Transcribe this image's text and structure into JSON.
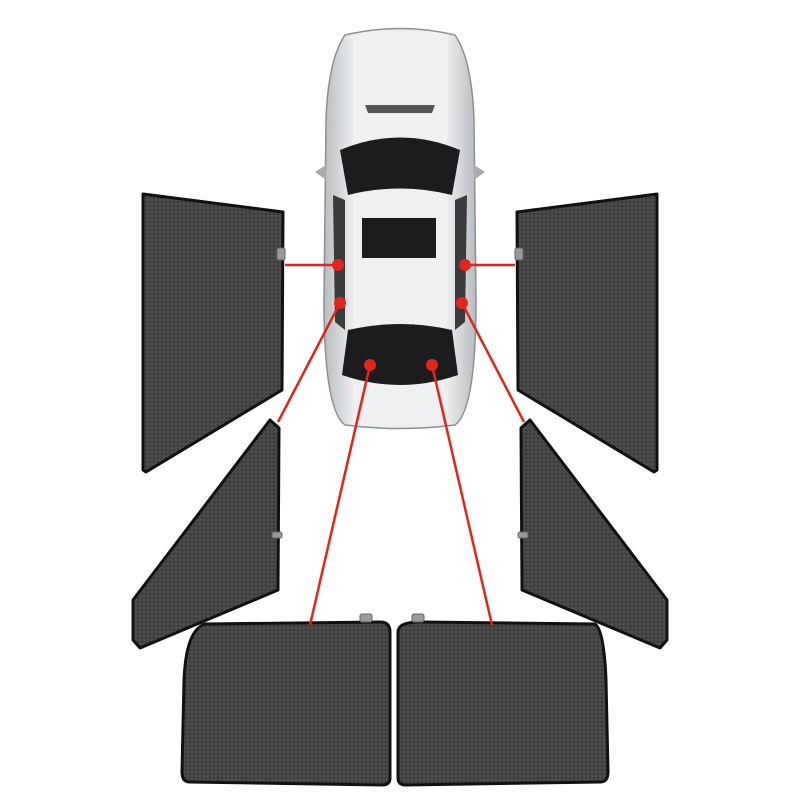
{
  "colors": {
    "background": "#ffffff",
    "shade_mesh": "#3a3a3a",
    "shade_border": "#111111",
    "callout_line": "#e0261b",
    "car_body": "#d9dbdd",
    "car_glass": "#1c1c1e"
  },
  "shades": [
    {
      "id": "front-left"
    },
    {
      "id": "front-right"
    },
    {
      "id": "rear-left"
    },
    {
      "id": "rear-right"
    },
    {
      "id": "back-left"
    },
    {
      "id": "back-right"
    }
  ]
}
